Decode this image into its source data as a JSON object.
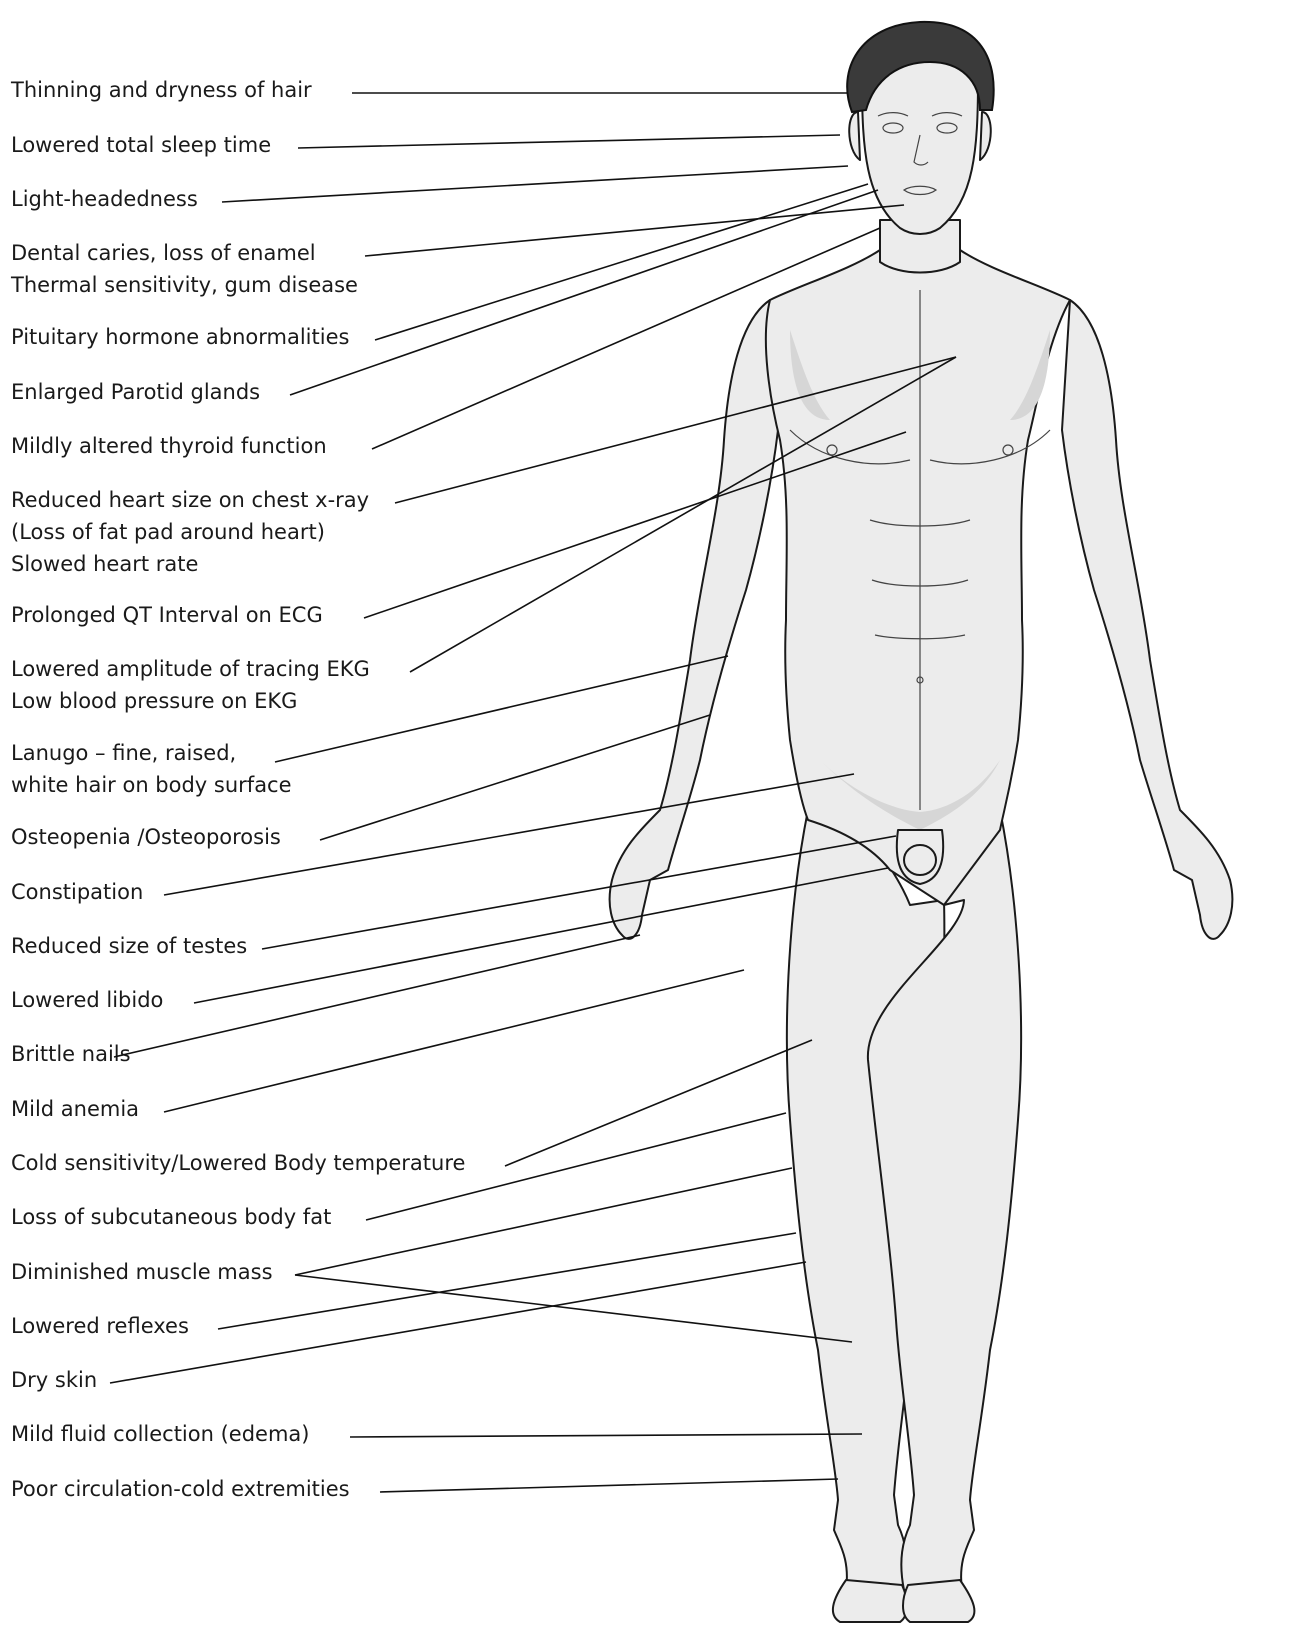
{
  "labels": [
    {
      "lines": [
        "Thinning and dryness of hair"
      ]
    },
    {
      "lines": [
        "Lowered total sleep time"
      ]
    },
    {
      "lines": [
        "Light-headedness"
      ]
    },
    {
      "lines": [
        "Dental caries, loss of enamel",
        "Thermal sensitivity, gum disease"
      ]
    },
    {
      "lines": [
        "Pituitary hormone abnormalities"
      ]
    },
    {
      "lines": [
        "Enlarged Parotid glands"
      ]
    },
    {
      "lines": [
        "Mildly altered thyroid function"
      ]
    },
    {
      "lines": [
        "Reduced heart size on chest x-ray",
        "(Loss of fat pad around heart)",
        "Slowed heart rate"
      ]
    },
    {
      "lines": [
        "Prolonged QT Interval on ECG"
      ]
    },
    {
      "lines": [
        "Lowered amplitude of tracing EKG",
        "Low blood pressure on EKG"
      ]
    },
    {
      "lines": [
        "Lanugo – fine, raised,",
        "white hair on body surface"
      ]
    },
    {
      "lines": [
        "Osteopenia /Osteoporosis"
      ]
    },
    {
      "lines": [
        "Constipation"
      ]
    },
    {
      "lines": [
        "Reduced size of testes"
      ]
    },
    {
      "lines": [
        "Lowered libido"
      ]
    },
    {
      "lines": [
        "Brittle nails"
      ]
    },
    {
      "lines": [
        "Mild anemia"
      ]
    },
    {
      "lines": [
        "Cold sensitivity/Lowered Body temperature"
      ]
    },
    {
      "lines": [
        "Loss of subcutaneous body fat"
      ]
    },
    {
      "lines": [
        "Diminished muscle mass"
      ]
    },
    {
      "lines": [
        "Lowered reflexes"
      ]
    },
    {
      "lines": [
        "Dry skin"
      ]
    },
    {
      "lines": [
        "Mild fluid collection (edema)"
      ]
    },
    {
      "lines": [
        "Poor circulation-cold extremities"
      ]
    }
  ]
}
